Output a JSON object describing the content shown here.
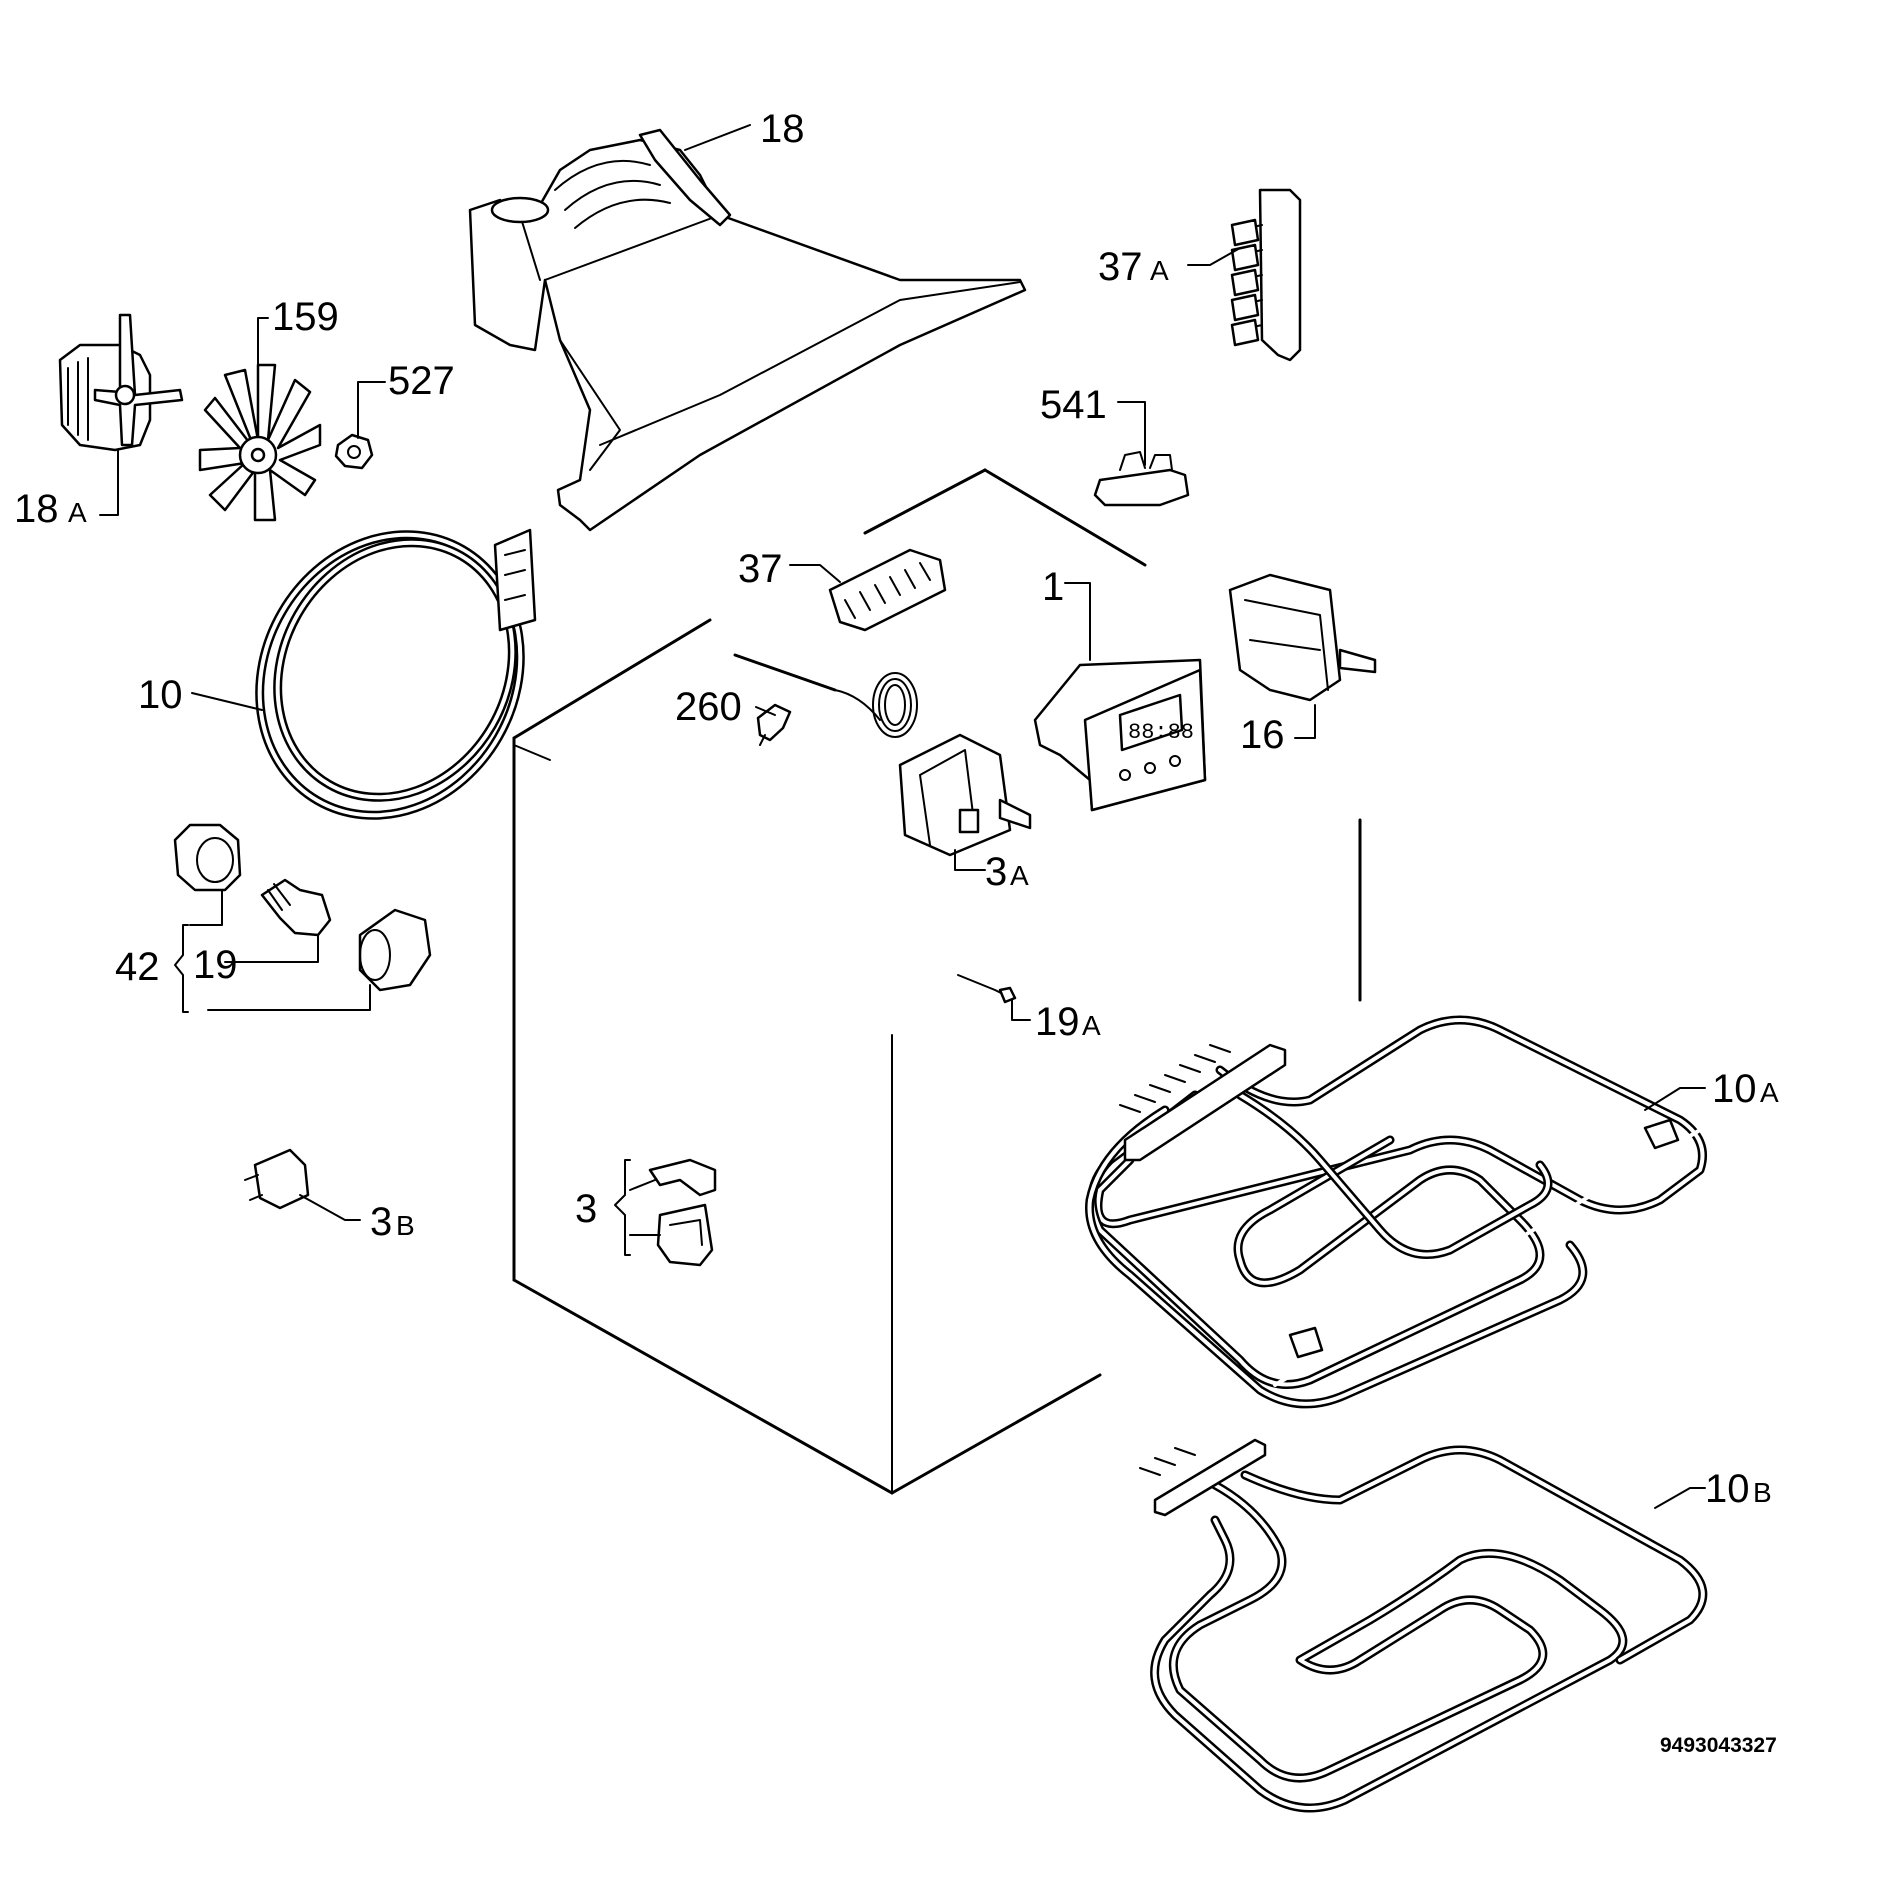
{
  "labels": {
    "l18": "18",
    "l159": "159",
    "l527": "527",
    "l18A_num": "18",
    "l18A_suf": "A",
    "l37A_num": "37",
    "l37A_suf": "A",
    "l541": "541",
    "l37": "37",
    "l1": "1",
    "l16": "16",
    "l10": "10",
    "l260": "260",
    "l3A_num": "3",
    "l3A_suf": "A",
    "l42": "42",
    "l19": "19",
    "l19A_num": "19",
    "l19A_suf": "A",
    "l10A_num": "10",
    "l10A_suf": "A",
    "l3B_num": "3",
    "l3B_suf": "B",
    "l3": "3",
    "l10B_num": "10",
    "l10B_suf": "B"
  },
  "drawing_number": "9493043327"
}
